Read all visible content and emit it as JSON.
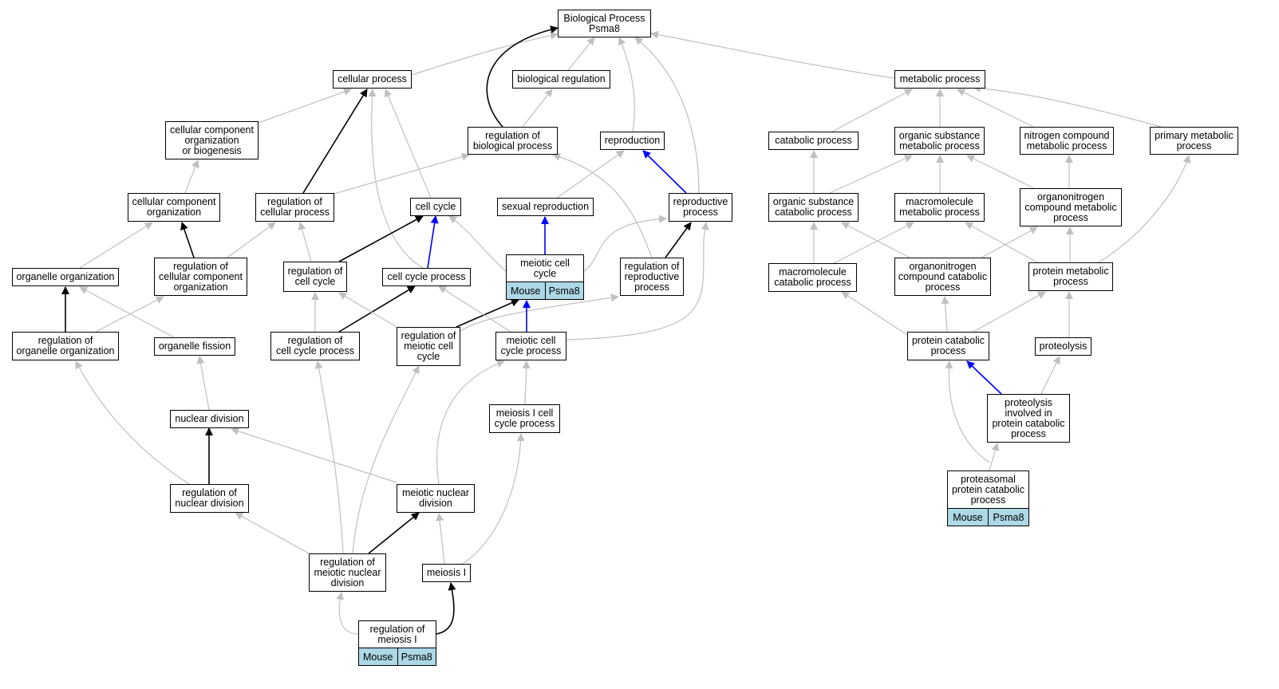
{
  "colors": {
    "is_a": "#c0c0c0",
    "regulates": "#000000",
    "part_of": "#0000ff",
    "annotation": "#add8e6"
  },
  "nodes": {
    "bp": "Biological Process\nPsma8",
    "cellular_process": "cellular process",
    "biological_regulation": "biological regulation",
    "metabolic_process": "metabolic process",
    "ccob": "cellular component\norganization\nor biogenesis",
    "reg_bio": "regulation of\nbiological process",
    "reproduction": "reproduction",
    "catabolic": "catabolic process",
    "osmp": "organic substance\nmetabolic process",
    "ncmp": "nitrogen compound\nmetabolic process",
    "pmp": "primary metabolic\nprocess",
    "cco": "cellular component\norganization",
    "reg_cell": "regulation of\ncellular process",
    "cell_cycle": "cell cycle",
    "sexual_repro": "sexual reproduction",
    "repro_process": "reproductive\nprocess",
    "oscp": "organic substance\ncatabolic process",
    "mmp": "macromolecule\nmetabolic process",
    "oncmp": "organonitrogen\ncompound metabolic\nprocess",
    "organelle_org": "organelle organization",
    "reg_cco": "regulation of\ncellular component\norganization",
    "reg_cc": "regulation of\ncell cycle",
    "ccp": "cell cycle process",
    "mcc": "meiotic cell\ncycle",
    "reg_rp": "regulation of\nreproductive\nprocess",
    "mcp": "macromolecule\ncatabolic process",
    "onccp": "organonitrogen\ncompound catabolic\nprocess",
    "protein_mp": "protein metabolic\nprocess",
    "reg_oo": "regulation of\norganelle organization",
    "organelle_fission": "organelle fission",
    "reg_ccp": "regulation of\ncell cycle process",
    "reg_mcc": "regulation of\nmeiotic cell\ncycle",
    "mccp": "meiotic cell\ncycle process",
    "protein_cp": "protein catabolic\nprocess",
    "proteolysis": "proteolysis",
    "nuclear_div": "nuclear division",
    "m1ccp": "meiosis I cell\ncycle process",
    "pipcp": "proteolysis\ninvolved in\nprotein catabolic\nprocess",
    "reg_nd": "regulation of\nnuclear division",
    "mnd": "meiotic nuclear\ndivision",
    "proteasomal": "proteasomal\nprotein catabolic\nprocess",
    "reg_mnd": "regulation of\nmeiotic nuclear\ndivision",
    "meiosis1": "meiosis I",
    "reg_m1": "regulation of\nmeiosis I"
  },
  "annotations": {
    "mcc": [
      "Mouse",
      "Psma8"
    ],
    "proteasomal": [
      "Mouse",
      "Psma8"
    ],
    "reg_m1": [
      "Mouse",
      "Psma8"
    ]
  }
}
